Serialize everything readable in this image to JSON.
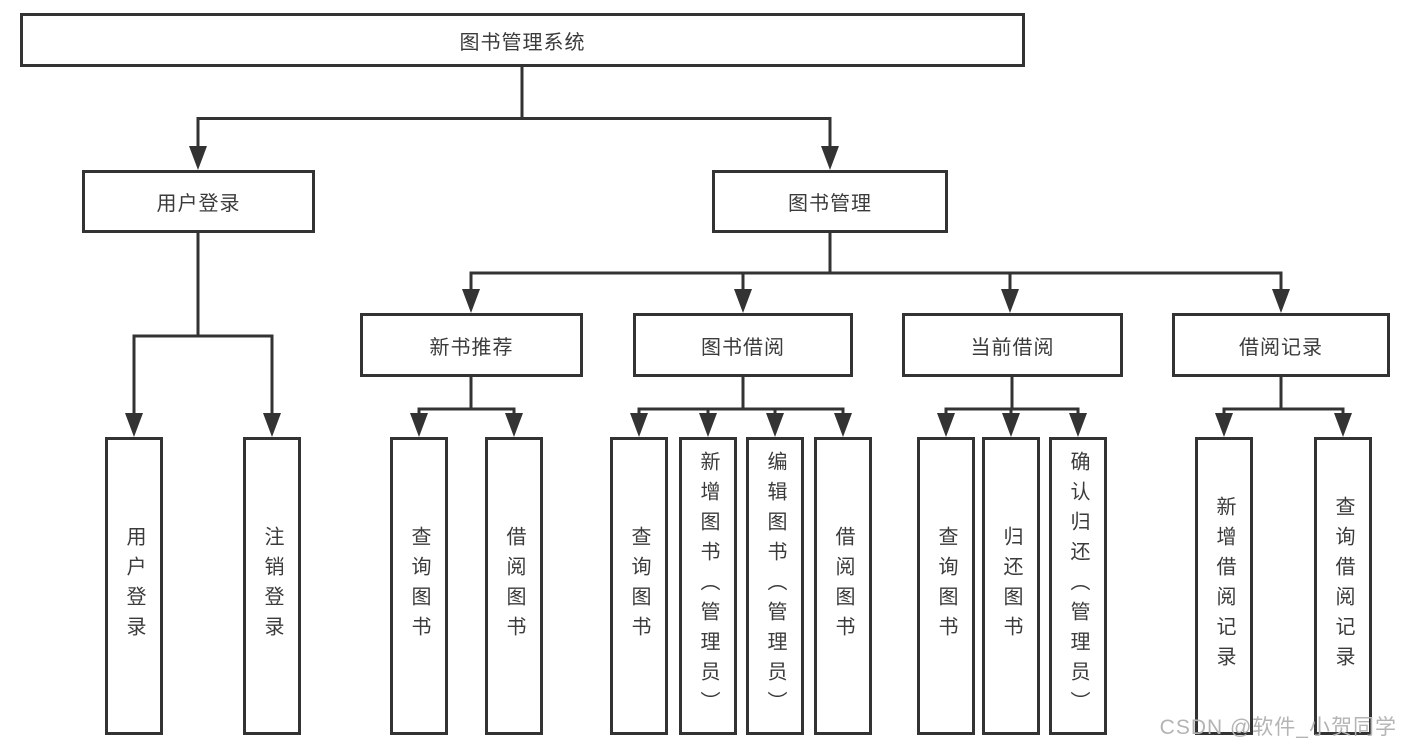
{
  "watermark": "CSDN @软件_小贺同学",
  "colors": {
    "line": "#333333",
    "text": "#3b3b3b",
    "box_background": "#ffffff",
    "watermark_text": "#b4b4b4"
  },
  "nodes": {
    "root": "图书管理系统",
    "user_login": "用户登录",
    "book_management": "图书管理",
    "new_book_recommend": "新书推荐",
    "book_borrowing": "图书借阅",
    "current_borrowing": "当前借阅",
    "borrowing_records": "借阅记录",
    "leaf_user_login": "用户登录",
    "leaf_logout_login": "注销登录",
    "leaf_nb_query_books": "查询图书",
    "leaf_nb_borrow_books": "借阅图书",
    "leaf_bb_query_books": "查询图书",
    "leaf_bb_add_books_admin": "新增图书（管理员）",
    "leaf_bb_edit_books_admin": "编辑图书（管理员）",
    "leaf_bb_borrow_books": "借阅图书",
    "leaf_cb_query_books": "查询图书",
    "leaf_cb_return_books": "归还图书",
    "leaf_cb_confirm_return_admin": "确认归还（管理员）",
    "leaf_br_add_record": "新增借阅记录",
    "leaf_br_query_record": "查询借阅记录"
  }
}
